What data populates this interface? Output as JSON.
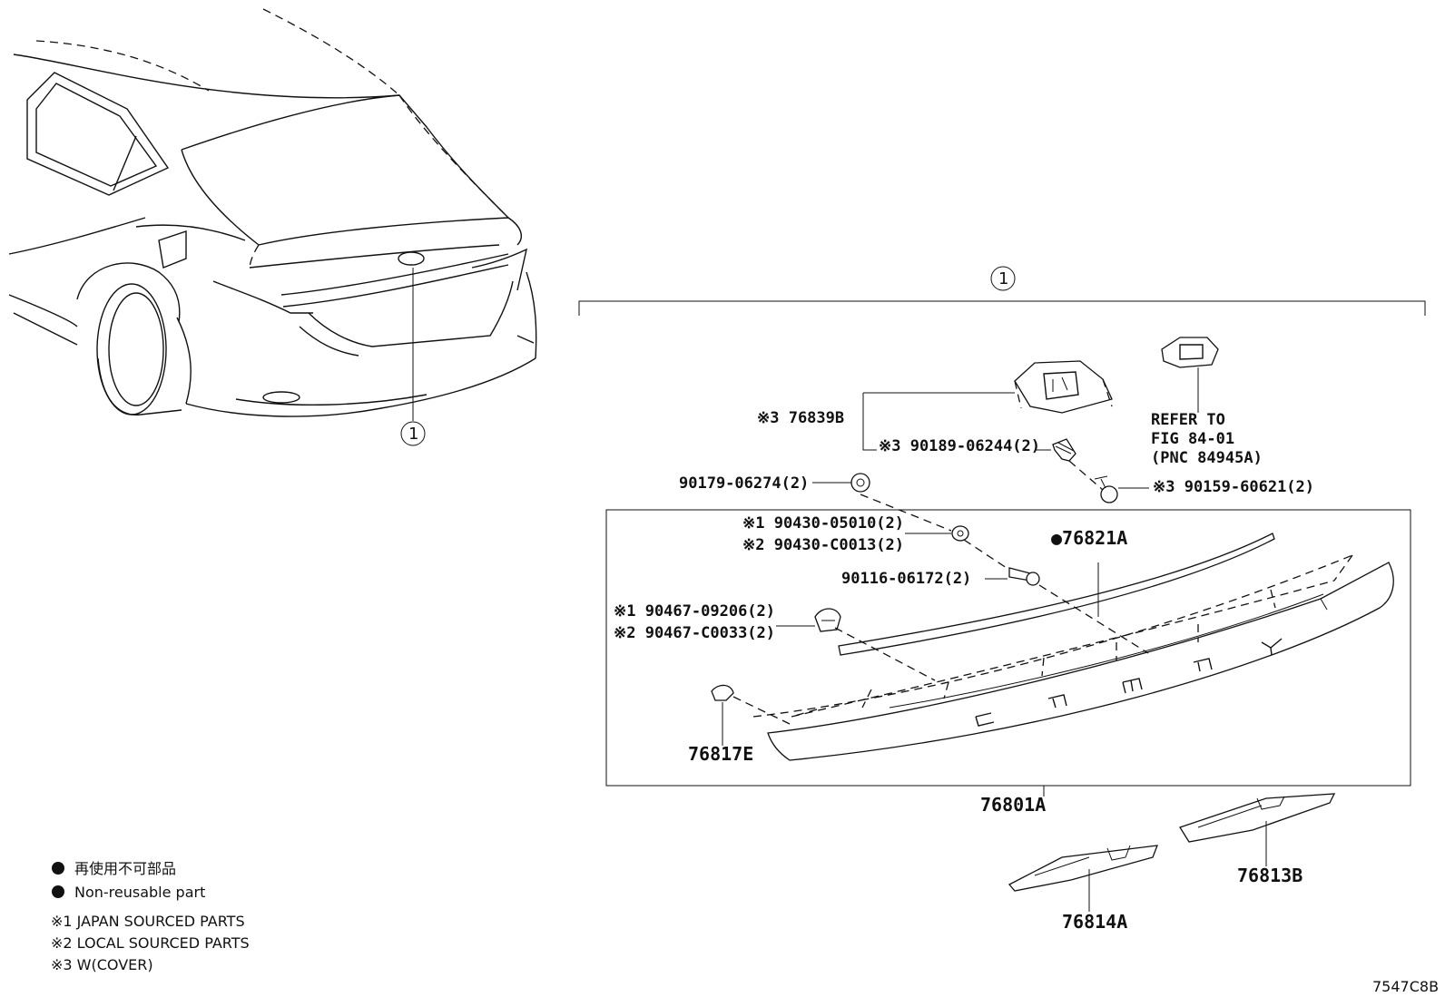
{
  "diagram_id": "7547C8B",
  "assembly_callout": "1",
  "legend": {
    "nonreusable_jp": "再使用不可部品",
    "nonreusable_en": "Non-reusable part",
    "note1": "※1 JAPAN SOURCED PARTS",
    "note2": "※2 LOCAL SOURCED PARTS",
    "note3": "※3 W(COVER)"
  },
  "refer": {
    "line1": "REFER TO",
    "line2": "FIG 84-01",
    "line3": "(PNC 84945A)"
  },
  "parts": {
    "p76839B": "※3 76839B",
    "p90189": "※3 90189-06244(2)",
    "p90159": "※3 90159-60621(2)",
    "p90179": "90179-06274(2)",
    "p90430_1": "※1 90430-05010(2)",
    "p90430_2": "※2 90430-C0013(2)",
    "p76821A": "●76821A",
    "p90116": "90116-06172(2)",
    "p90467_1": "※1 90467-09206(2)",
    "p90467_2": "※2 90467-C0033(2)",
    "p76817E": "76817E",
    "p76801A": "76801A",
    "p76813B": "76813B",
    "p76814A": "76814A"
  }
}
